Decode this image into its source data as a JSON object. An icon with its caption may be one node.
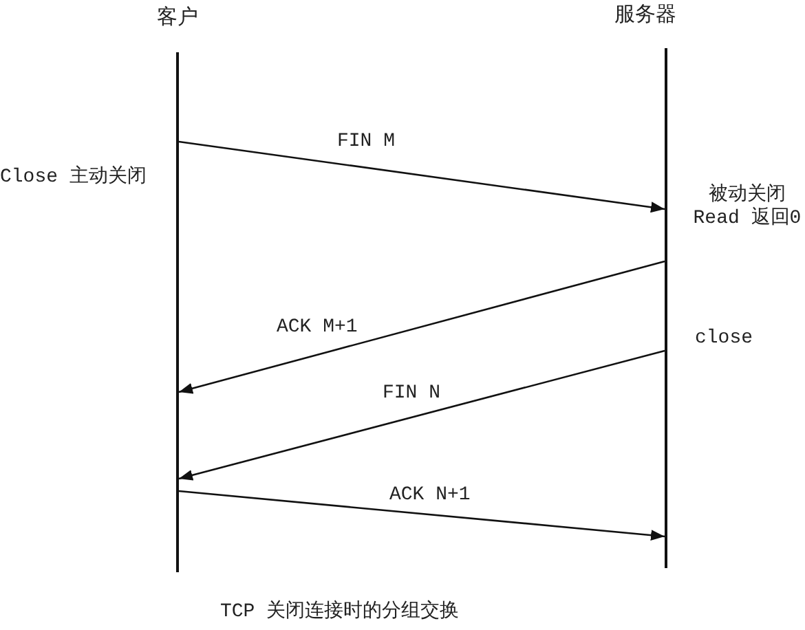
{
  "diagram": {
    "caption": "TCP 关闭连接时的分组交换",
    "nodes": [
      {
        "text": [
          "客户"
        ],
        "beside": [
          "Close 主动关闭"
        ]
      },
      {
        "text": [
          "服务器"
        ],
        "beside": [
          "被动关闭 Read 返回0",
          "close"
        ]
      }
    ],
    "edges": [
      {
        "from": 0,
        "to": 1,
        "arrow": "to",
        "label": "FIN M"
      },
      {
        "from": 1,
        "to": 0,
        "arrow": "to",
        "label": "ACK M+1"
      },
      {
        "from": 1,
        "to": 0,
        "arrow": "to",
        "label": "FIN N"
      },
      {
        "from": 0,
        "to": 1,
        "arrow": "to",
        "label": "ACK N+1"
      }
    ]
  }
}
